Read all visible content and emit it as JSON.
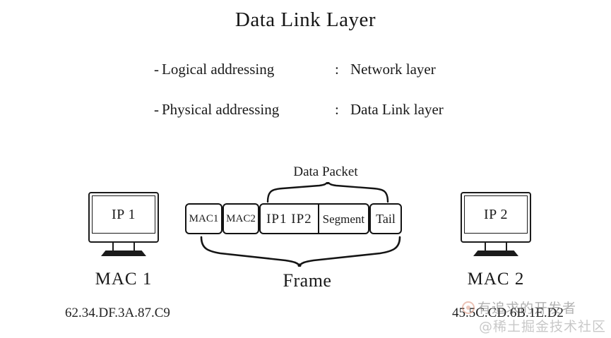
{
  "slide": {
    "title": "Data Link Layer",
    "background_color": "#ffffff",
    "ink_color": "#1a1a1a"
  },
  "bullets": [
    {
      "dash": "-",
      "term": "Logical addressing",
      "colon": ":",
      "value": "Network layer"
    },
    {
      "dash": "-",
      "term": "Physical addressing",
      "colon": ":",
      "value": "Data Link layer"
    }
  ],
  "nodes": {
    "left": {
      "screen_text": "IP 1",
      "label": "MAC 1",
      "mac_address": "62.34.DF.3A.87.C9"
    },
    "right": {
      "screen_text": "IP 2",
      "label": "MAC 2",
      "mac_address": "45.5C.CD.6B.1E.D2"
    }
  },
  "frame": {
    "cells": [
      {
        "label": "MAC1"
      },
      {
        "label": "MAC2"
      },
      {
        "label": "IP1 IP2"
      },
      {
        "label": "Segment"
      },
      {
        "label": "Tail"
      }
    ],
    "annotations": {
      "data_packet": "Data Packet",
      "frame": "Frame"
    }
  },
  "watermark": {
    "line1": "有追求的开发者",
    "line2": "@稀土掘金技术社区",
    "logo": "juejin-logo-icon"
  }
}
